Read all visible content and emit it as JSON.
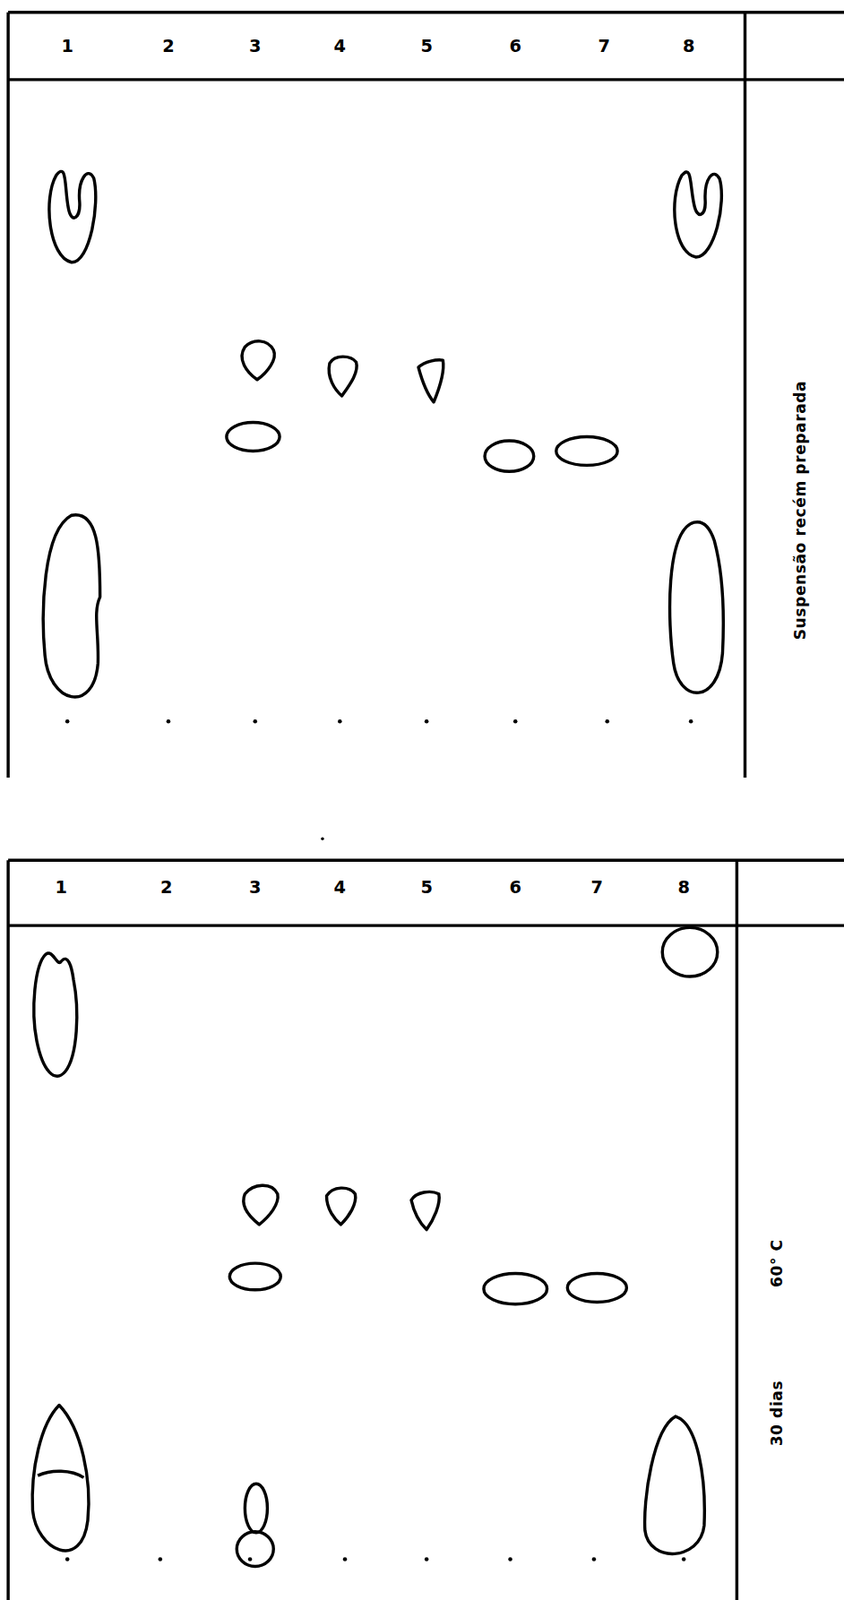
{
  "diagram": {
    "labels": [
      "1",
      "2",
      "3",
      "4",
      "5",
      "6",
      "7",
      "8",
      "Suspensão recém preparada",
      "1",
      "2",
      "3",
      "4",
      "5",
      "6",
      "7",
      "8",
      "30 dias",
      "60° C"
    ]
  }
}
